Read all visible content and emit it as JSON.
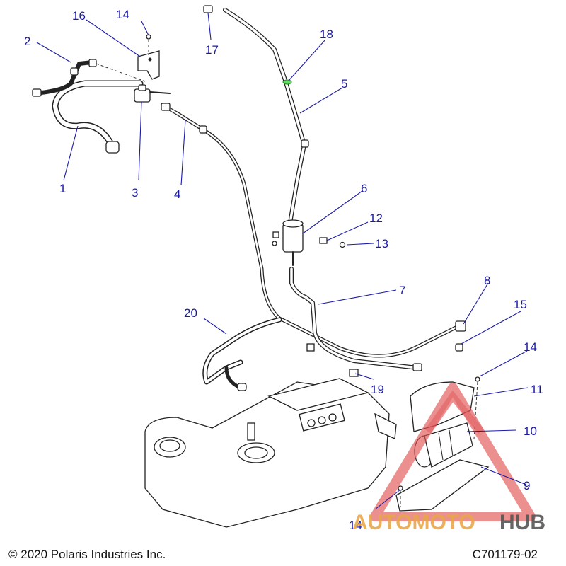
{
  "callouts": [
    {
      "id": "1",
      "label": "1"
    },
    {
      "id": "2",
      "label": "2"
    },
    {
      "id": "3",
      "label": "3"
    },
    {
      "id": "4",
      "label": "4"
    },
    {
      "id": "5",
      "label": "5"
    },
    {
      "id": "6",
      "label": "6"
    },
    {
      "id": "7",
      "label": "7"
    },
    {
      "id": "8",
      "label": "8"
    },
    {
      "id": "9",
      "label": "9"
    },
    {
      "id": "10",
      "label": "10"
    },
    {
      "id": "11",
      "label": "11"
    },
    {
      "id": "12",
      "label": "12"
    },
    {
      "id": "13",
      "label": "13"
    },
    {
      "id": "14a",
      "label": "14"
    },
    {
      "id": "14b",
      "label": "14"
    },
    {
      "id": "14c",
      "label": "14"
    },
    {
      "id": "15",
      "label": "15"
    },
    {
      "id": "16",
      "label": "16"
    },
    {
      "id": "17",
      "label": "17"
    },
    {
      "id": "18",
      "label": "18"
    },
    {
      "id": "19",
      "label": "19"
    },
    {
      "id": "20",
      "label": "20"
    }
  ],
  "footer": {
    "copyright": "© 2020 Polaris Industries Inc.",
    "code": "C701179-02"
  },
  "watermark": {
    "part1": "AUTOMOTO",
    "part2": "HUB",
    "color_accent": "#e8a84a",
    "color_dark": "#555555",
    "color_triangle": "#e05050"
  },
  "colors": {
    "callout": "#1a1aa8",
    "line": "#222222",
    "clamp": "#66dd66"
  }
}
